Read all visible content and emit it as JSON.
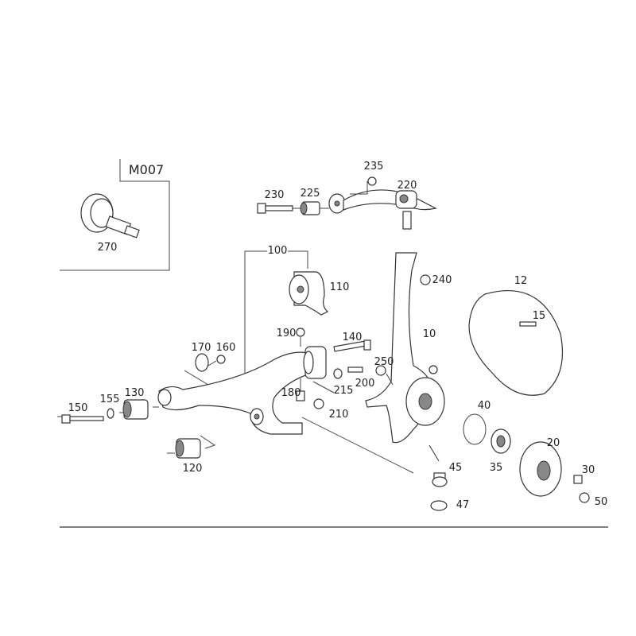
{
  "diagram": {
    "inset_title": "M007",
    "labels": {
      "p270": "270",
      "p230": "230",
      "p225": "225",
      "p235": "235",
      "p220": "220",
      "p100": "100",
      "p110": "110",
      "p240": "240",
      "p12": "12",
      "p15": "15",
      "p10": "10",
      "p190": "190",
      "p140": "140",
      "p170": "170",
      "p160": "160",
      "p250": "250",
      "p215": "215",
      "p200": "200",
      "p180": "180",
      "p210": "210",
      "p150": "150",
      "p155": "155",
      "p130": "130",
      "p120": "120",
      "p40": "40",
      "p20": "20",
      "p35": "35",
      "p45": "45",
      "p30": "30",
      "p50": "50",
      "p47": "47"
    }
  }
}
